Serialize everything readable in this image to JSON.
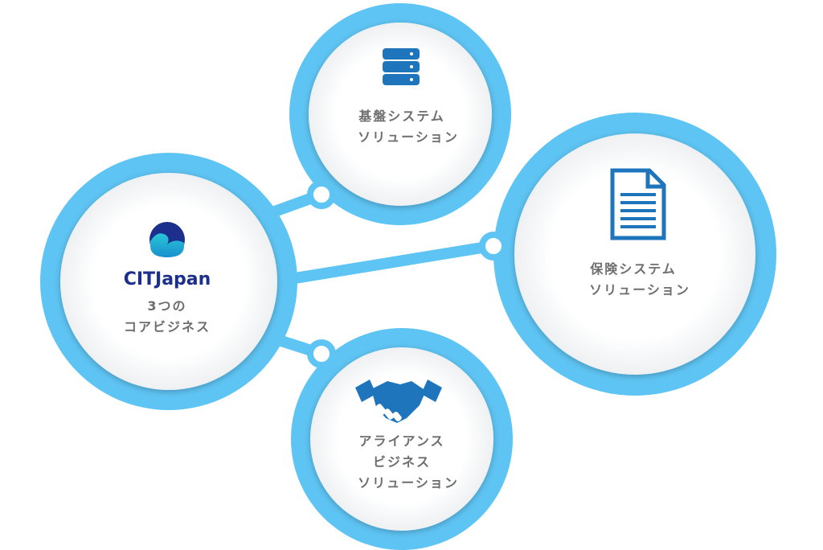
{
  "center": {
    "logo_text": "CITJapan",
    "label_lines": [
      "3つの",
      "コアビジネス"
    ]
  },
  "nodes": [
    {
      "id": "infrastructure",
      "icon": "database-icon",
      "label_lines": [
        "基盤システム",
        "ソリューション"
      ]
    },
    {
      "id": "insurance",
      "icon": "document-icon",
      "label_lines": [
        "保険システム",
        "ソリューション"
      ]
    },
    {
      "id": "alliance",
      "icon": "handshake-icon",
      "label_lines": [
        "アライアンス",
        "ビジネス",
        "ソリューション"
      ]
    }
  ],
  "colors": {
    "ring": "#5ec4f3",
    "connector": "#5ec4f3",
    "icon": "#1e75bb",
    "label": "#6e6e6e",
    "logo_text": "#1d2f8c"
  }
}
